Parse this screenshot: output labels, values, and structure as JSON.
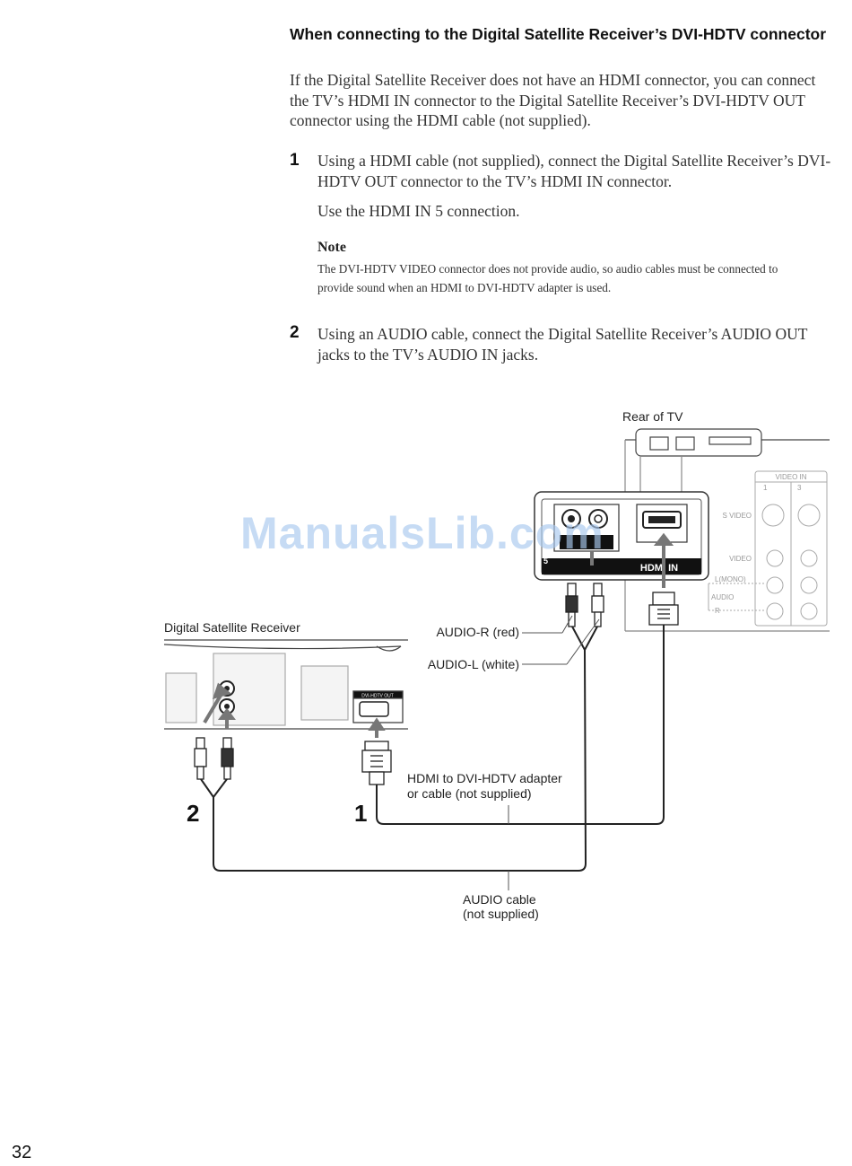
{
  "section": {
    "heading": "When connecting to the Digital Satellite Receiver’s DVI-HDTV connector",
    "intro": "If the Digital Satellite Receiver does not have an HDMI connector, you can connect the TV’s HDMI IN connector to the Digital Satellite Receiver’s DVI-HDTV OUT connector using the HDMI cable (not supplied)."
  },
  "steps": [
    {
      "number": "1",
      "text": "Using a HDMI cable (not supplied), connect the Digital Satellite Receiver’s DVI-HDTV OUT connector to the TV’s HDMI IN connector.",
      "sub": "Use the HDMI IN 5 connection."
    },
    {
      "number": "2",
      "text": "Using an AUDIO cable, connect the Digital Satellite Receiver’s AUDIO OUT jacks to the TV’s AUDIO IN jacks."
    }
  ],
  "note": {
    "title": "Note",
    "text": "The DVI-HDTV VIDEO connector does not provide audio, so audio cables must be connected to provide sound when an HDMI to DVI-HDTV adapter is used."
  },
  "diagram": {
    "rear_of_tv": "Rear of TV",
    "receiver": "Digital Satellite Receiver",
    "audio_r": "AUDIO-R (red)",
    "audio_l": "AUDIO-L (white)",
    "hdmi_adapter_line1": "HDMI to DVI-HDTV adapter",
    "hdmi_adapter_line2": "or cable (not supplied)",
    "audio_cable_line1": "AUDIO cable",
    "audio_cable_line2": "(not supplied)",
    "hdmi_in_label": "HDMI IN",
    "hdmi_port_number": "5",
    "dvi_out_label": "DVI-HDTV OUT",
    "video_in_label": "VIDEO IN",
    "video_in_1": "1",
    "video_in_3": "3",
    "s_video_label": "S VIDEO",
    "video_label": "VIDEO",
    "l_mono_label": "L(MONO)",
    "audio_label": "AUDIO",
    "r_label": "R",
    "callout_1": "1",
    "callout_2": "2"
  },
  "watermark": "ManualsLib.com",
  "page_number": "32"
}
